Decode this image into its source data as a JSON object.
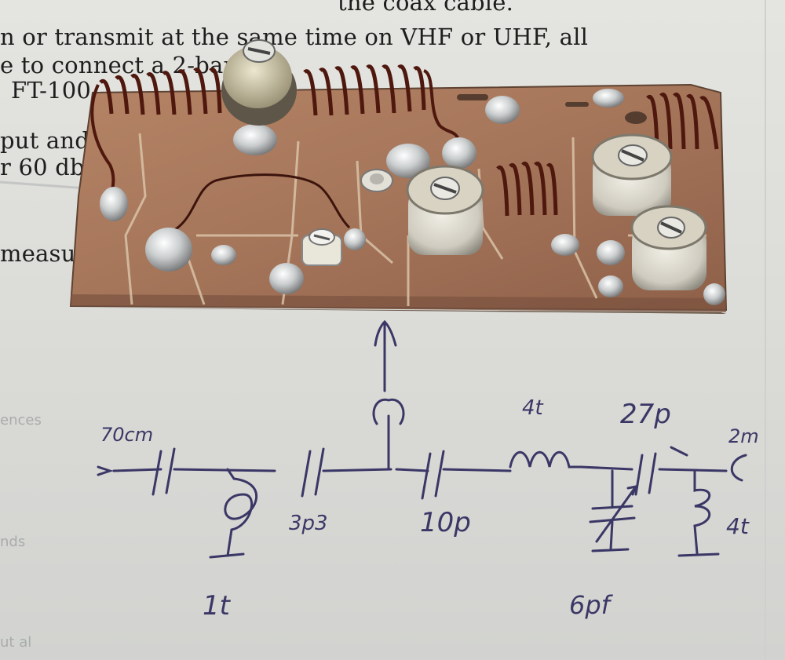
{
  "printed_text": {
    "line0": "the coax cable.",
    "line1": "n or transmit at the same time on VHF or UHF, all",
    "line2": "e to connect a 2-band",
    "line3": "FT-100",
    "line4": "put and",
    "line5": "r 60 db",
    "line6": "measu"
  },
  "schematic_labels": {
    "input_band": "70cm",
    "cap_a": "3p3",
    "cap_b": "10p",
    "inductor_1": "1t",
    "inductor_2": "4t",
    "cap_c": "27p",
    "trimmer": "6pf",
    "inductor_3": "4t",
    "output_band": "2m"
  },
  "colors": {
    "paper": "#dcdcd8",
    "pcb_copper": "#a87a5c",
    "coil_wire": "#5a1d12",
    "solder": "#d5d7d8",
    "ink": "#3a3766"
  }
}
